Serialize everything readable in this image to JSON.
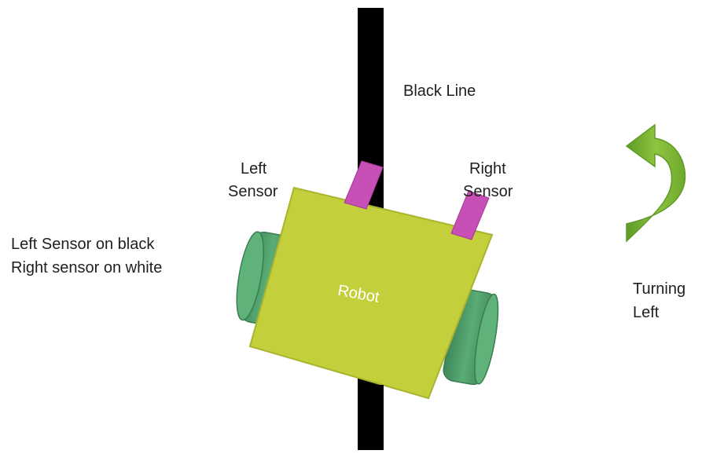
{
  "labels": {
    "black_line": "Black Line",
    "left_sensor_line1": "Left",
    "left_sensor_line2": "Sensor",
    "right_sensor_line1": "Right",
    "right_sensor_line2": "Sensor",
    "robot": "Robot",
    "state_line1": "Left Sensor on black",
    "state_line2": "Right sensor on white",
    "turning_line1": "Turning",
    "turning_line2": "Left"
  },
  "colors": {
    "black_line": "#000000",
    "robot_body": "#c4cf3c",
    "robot_body_edge": "#a9b42e",
    "sensor": "#c84fb6",
    "wheel": "#4e9e6a",
    "wheel_dark": "#3f8659",
    "arrow": "#7fb83a",
    "arrow_dark": "#5e9a26",
    "text": "#1f1f1f"
  },
  "icons": {
    "turn_arrow": "curved-left-turn-arrow-icon"
  }
}
